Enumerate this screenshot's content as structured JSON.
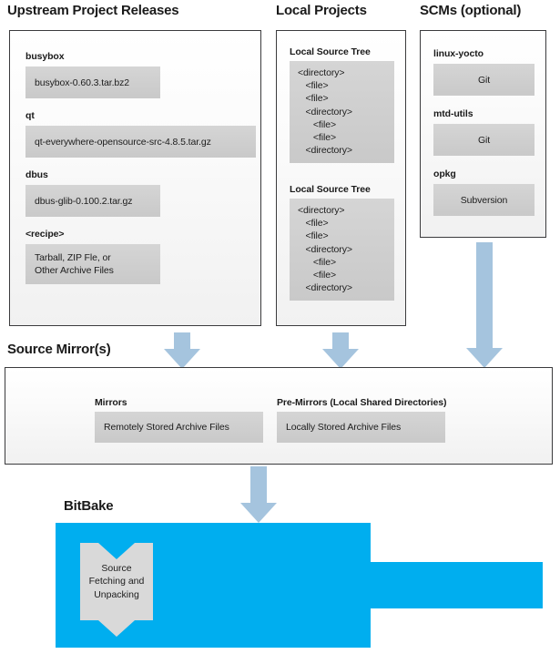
{
  "colors": {
    "arrow": "#a5c4de",
    "bitbake_blue": "#00aeef",
    "gray_box": "#cfcfcf",
    "panel_border": "#3b3b3d",
    "text": "#1c1c1c"
  },
  "sections": {
    "upstream": {
      "title": "Upstream Project Releases",
      "groups": [
        {
          "label": "busybox",
          "value": "busybox-0.60.3.tar.bz2"
        },
        {
          "label": "qt",
          "value": "qt-everywhere-opensource-src-4.8.5.tar.gz"
        },
        {
          "label": "dbus",
          "value": "dbus-glib-0.100.2.tar.gz"
        },
        {
          "label": "<recipe>",
          "value_line1": "Tarball, ZIP Fle, or",
          "value_line2": "Other Archive Files"
        }
      ]
    },
    "local_projects": {
      "title": "Local Projects",
      "groups": [
        {
          "label": "Local Source Tree",
          "tree": [
            "<directory>",
            "   <file>",
            "   <file>",
            "   <directory>",
            "      <file>",
            "      <file>",
            "   <directory>"
          ]
        },
        {
          "label": "Local Source Tree",
          "tree": [
            "<directory>",
            "   <file>",
            "   <file>",
            "   <directory>",
            "      <file>",
            "      <file>",
            "   <directory>"
          ]
        }
      ]
    },
    "scms": {
      "title": "SCMs (optional)",
      "groups": [
        {
          "label": "linux-yocto",
          "value": "Git"
        },
        {
          "label": "mtd-utils",
          "value": "Git"
        },
        {
          "label": "opkg",
          "value": "Subversion"
        }
      ]
    },
    "source_mirrors": {
      "title": "Source Mirror(s)",
      "groups": [
        {
          "label": "Mirrors",
          "value": "Remotely Stored Archive Files"
        },
        {
          "label": "Pre-Mirrors (Local Shared Directories)",
          "value": "Locally Stored Archive Files"
        }
      ]
    },
    "bitbake": {
      "title": "BitBake",
      "process": {
        "line1": "Source",
        "line2": "Fetching and",
        "line3": "Unpacking"
      }
    }
  },
  "arrows": [
    {
      "name": "upstream-to-mirrors"
    },
    {
      "name": "local-projects-to-mirrors"
    },
    {
      "name": "scms-to-mirrors"
    },
    {
      "name": "mirrors-to-bitbake"
    }
  ]
}
